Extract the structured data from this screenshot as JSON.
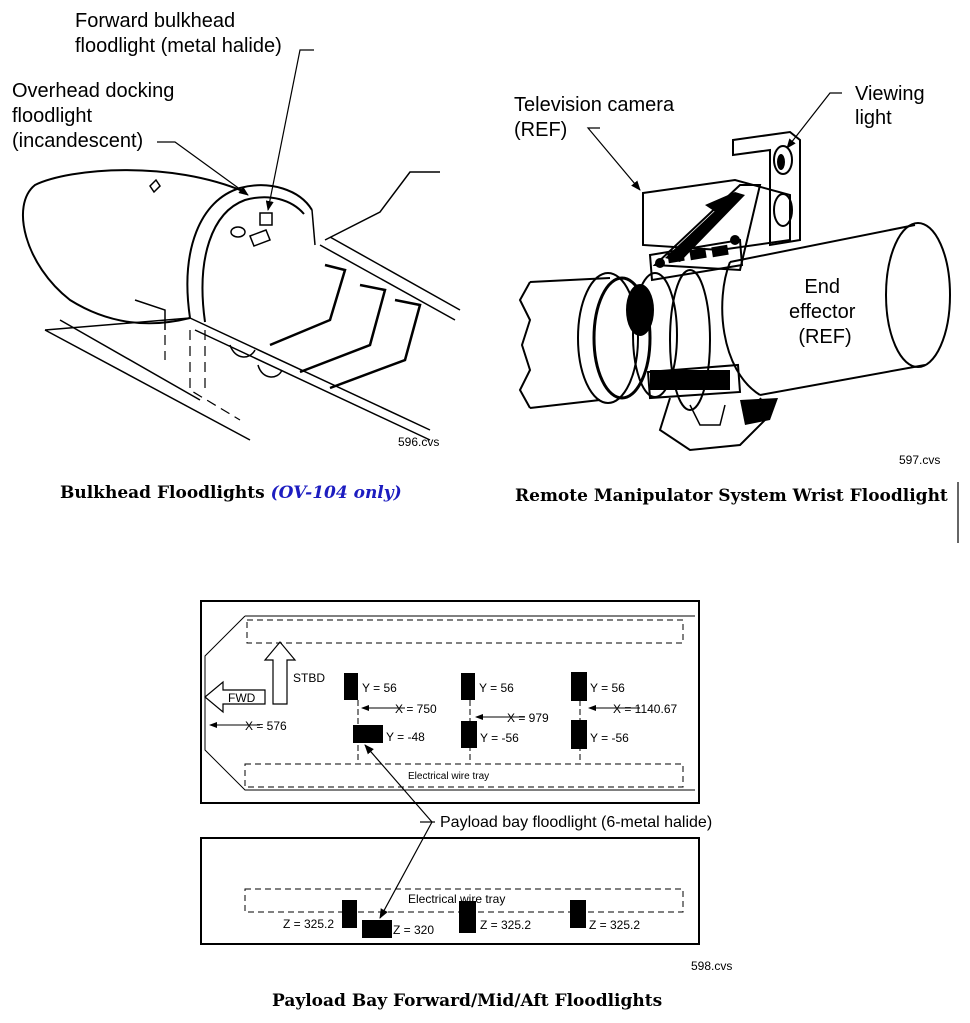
{
  "bulkhead": {
    "label_forward": [
      "Forward bulkhead",
      "floodlight (metal halide)"
    ],
    "label_overhead": [
      "Overhead docking",
      "floodlight",
      "(incandescent)"
    ],
    "file": "596.cvs",
    "caption": "Bulkhead Floodlights",
    "caption_note": "(OV-104 only)"
  },
  "rms": {
    "label_camera": [
      "Television camera",
      "(REF)"
    ],
    "label_light": [
      "Viewing",
      "light"
    ],
    "label_effector": [
      "End",
      "effector",
      "(REF)"
    ],
    "file": "597.cvs",
    "caption": "Remote Manipulator System Wrist Floodlight"
  },
  "payload": {
    "stbd": "STBD",
    "fwd": "FWD",
    "x_fwd": "X = 576",
    "tray_top": "Electrical wire tray",
    "tray_side": "Electrical  wire tray",
    "callout": "Payload bay floodlight (6-metal halide)",
    "stations": [
      {
        "y_top": "Y = 56",
        "x": "X = 750",
        "y_bot": "Y = -48",
        "z_a": "Z = 325.2",
        "z_b": "Z = 320"
      },
      {
        "y_top": "Y = 56",
        "x": "X = 979",
        "y_bot": "Y = -56",
        "z_a": "Z = 325.2"
      },
      {
        "y_top": "Y = 56",
        "x": "X = 1140.67",
        "y_bot": "Y = -56",
        "z_a": "Z = 325.2"
      }
    ],
    "file": "598.cvs",
    "caption": "Payload Bay Forward/Mid/Aft Floodlights"
  }
}
